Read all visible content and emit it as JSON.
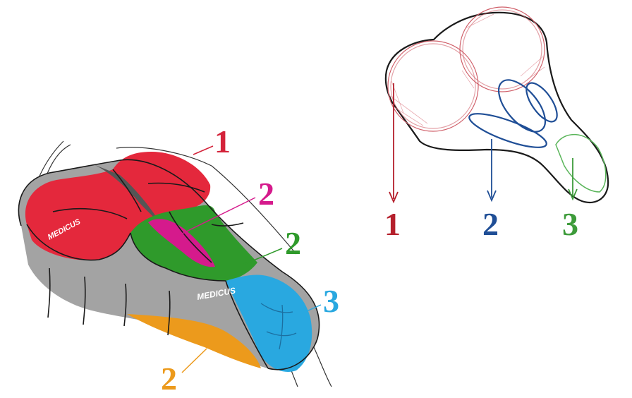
{
  "colors": {
    "zone1": "#e4283c",
    "zone2_pink": "#d51a8c",
    "zone2_green": "#2f9a2b",
    "zone2_orange": "#ec9a1c",
    "zone3": "#29a8e0",
    "shell": "#a3a3a3",
    "sketch_red": "#b5202c",
    "sketch_blue": "#1f4e96",
    "sketch_green": "#3d9b3a"
  },
  "saddle_3d": {
    "brand_top": "MEDICUS",
    "brand_side": "MEDICUS",
    "labels": [
      {
        "text": "1",
        "zone": "zone1",
        "color": "#d4233a"
      },
      {
        "text": "2",
        "zone": "zone2_pink",
        "color": "#d51a8c"
      },
      {
        "text": "2",
        "zone": "zone2_green",
        "color": "#2f9a2b"
      },
      {
        "text": "3",
        "zone": "zone3",
        "color": "#29a8e0"
      },
      {
        "text": "2",
        "zone": "zone2_orange",
        "color": "#ec9a1c"
      }
    ]
  },
  "saddle_sketch": {
    "labels": [
      {
        "text": "1",
        "color": "#b5202c"
      },
      {
        "text": "2",
        "color": "#1f4e96"
      },
      {
        "text": "3",
        "color": "#3d9b3a"
      }
    ]
  }
}
